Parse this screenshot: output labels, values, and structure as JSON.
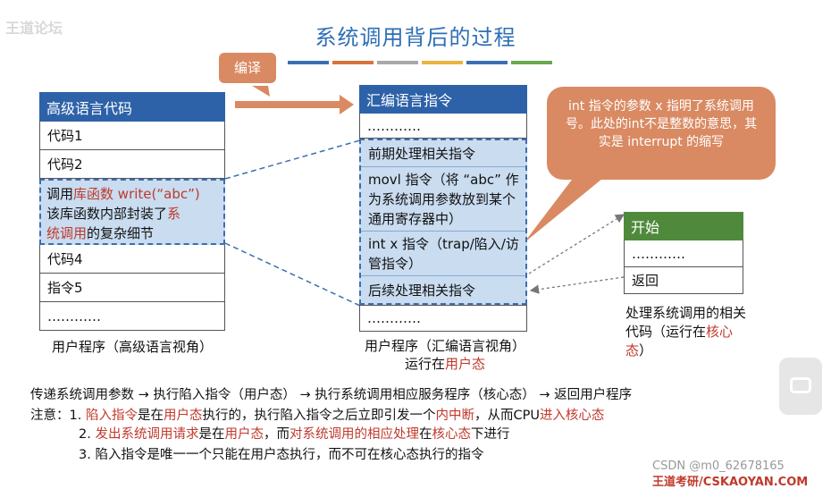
{
  "logo": "王道论坛",
  "title": "系统调用背后的过程",
  "compile_label": "编译",
  "colors": {
    "accent": "#2e62a8",
    "emphasis": "#c0392b",
    "bubble": "#d98a62",
    "green": "#4f8a3c"
  },
  "left_box": {
    "header": "高级语言代码",
    "rows": [
      "代码1",
      "代码2"
    ],
    "lib_call": {
      "p1": "调用",
      "p2": "库函数",
      "p3": " write(“abc”)",
      "p4": "该库函数内部封装了",
      "p5": "系",
      "p6": "统调用",
      "p7": "的复杂细节"
    },
    "rows2": [
      "代码4",
      "指令5",
      "…………"
    ],
    "caption": "用户程序（高级语言视角）"
  },
  "mid_box": {
    "header": "汇编语言指令",
    "top_dots": "…………",
    "items": [
      "前期处理相关指令",
      "movl 指令（将 “abc” 作为系统调用参数放到某个通用寄存器中）",
      "int x 指令（trap/陷入/访管指令）",
      "后续处理相关指令"
    ],
    "bottom_dots": "…………",
    "caption_line1": "用户程序（汇编语言视角）",
    "caption_line2_a": "运行在",
    "caption_line2_b": "用户态"
  },
  "bubble_text": "int 指令的参数 x 指明了系统调用号。此处的int不是整数的意思，其实是 interrupt 的缩写",
  "right_box": {
    "header": "开始",
    "rows": [
      "…………",
      "返回"
    ],
    "caption_a": "处理系统调用的相关代码（运行在",
    "caption_b": "核心态",
    "caption_c": "）"
  },
  "notes": {
    "flow": "传递系统调用参数 → 执行陷入指令（用户态） → 执行系统调用相应服务程序（核心态） → 返回用户程序",
    "n1": {
      "lead": "注意：1. ",
      "a": "陷入指令",
      "b": "是在",
      "c": "用户态",
      "d": "执行的，执行陷入指令之后立即引发一个",
      "e": "内中断",
      "f": "，从而CPU",
      "g": "进入核心态"
    },
    "n2": {
      "lead": "2. ",
      "a": "发出系统调用请求",
      "b": "是在",
      "c": "用户态",
      "d": "，而",
      "e": "对系统调用的相应处理",
      "f": "在",
      "g": "核心态",
      "h": "下进行"
    },
    "n3": "3. 陷入指令是唯一一个只能在用户态执行，而不可在核心态执行的指令"
  },
  "watermark1": "CSDN @m0_62678165",
  "watermark2": "王道考研/CSKAOYAN.COM"
}
